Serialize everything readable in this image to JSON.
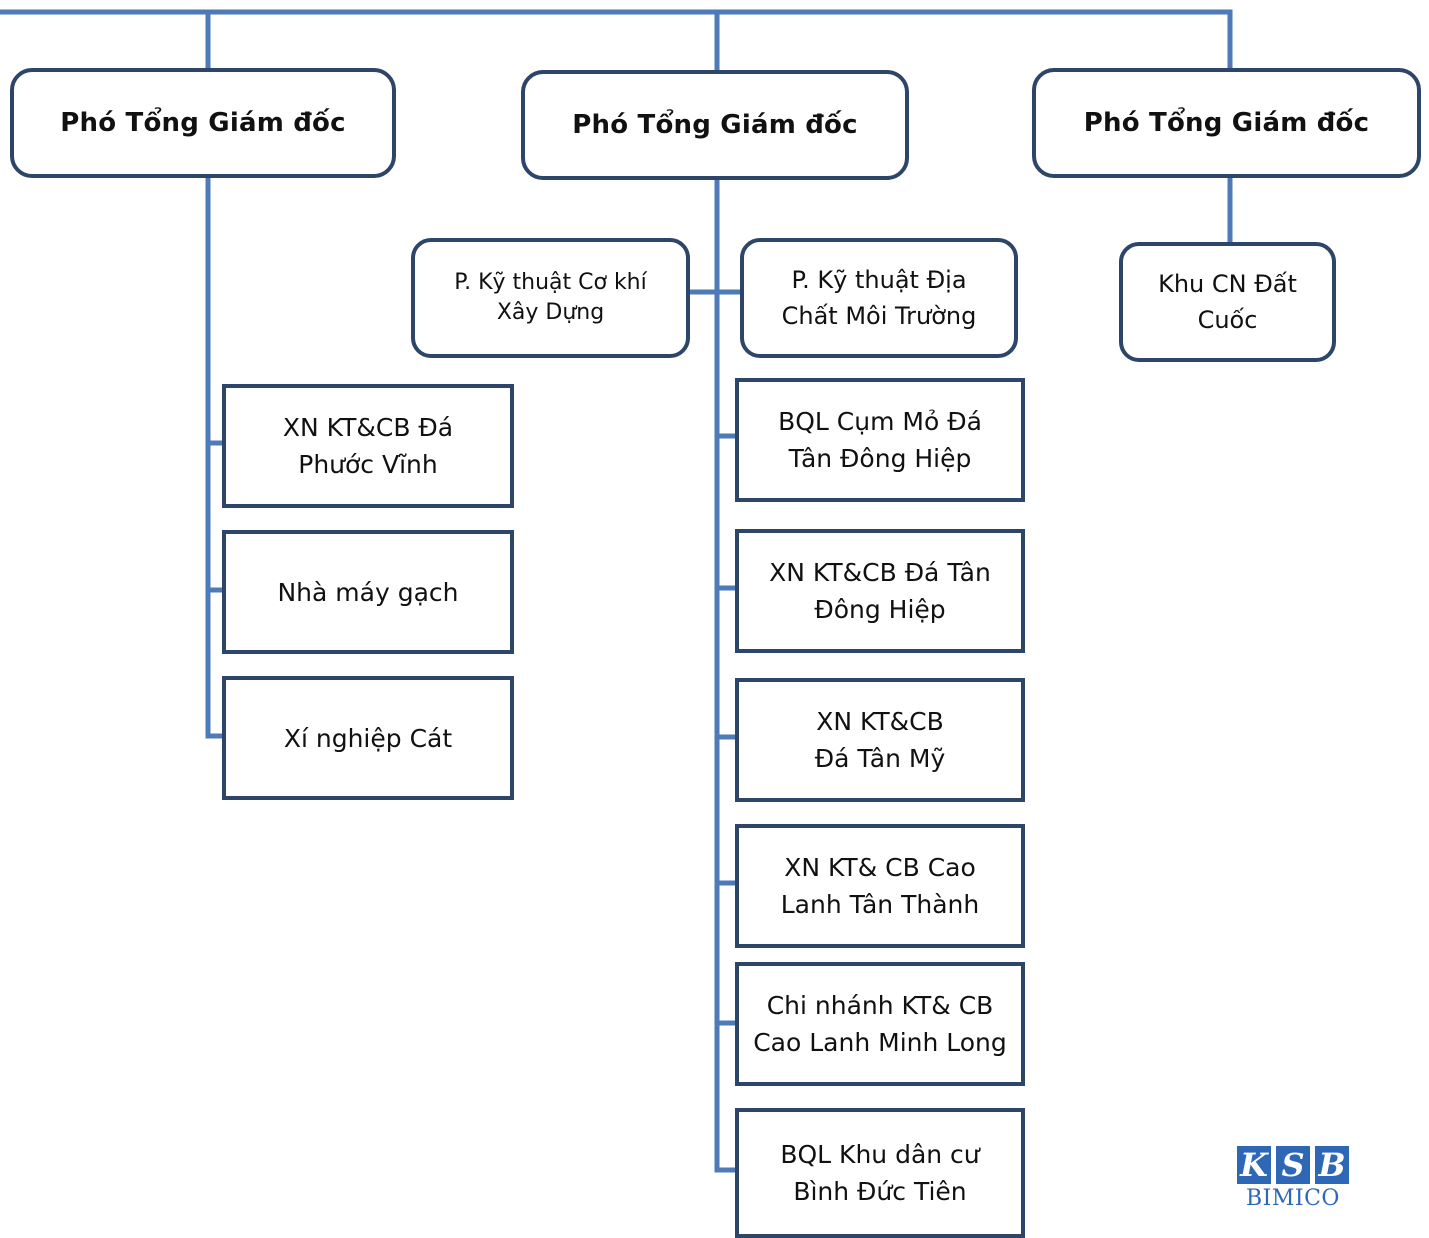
{
  "org_chart": {
    "vice_directors": [
      {
        "label": "Phó Tổng Giám đốc"
      },
      {
        "label": "Phó Tổng Giám đốc"
      },
      {
        "label": "Phó Tổng Giám đốc"
      }
    ],
    "departments": [
      {
        "label": "P. Kỹ thuật Cơ khí\nXây Dựng"
      },
      {
        "label": "P. Kỹ thuật Địa\nChất Môi Trường"
      },
      {
        "label": "Khu CN Đất\nCuốc"
      }
    ],
    "left_units": [
      {
        "label": "XN KT&CB Đá\nPhước Vĩnh"
      },
      {
        "label": "Nhà máy gạch"
      },
      {
        "label": "Xí nghiệp Cát"
      }
    ],
    "center_units": [
      {
        "label": "BQL Cụm Mỏ Đá\nTân Đông Hiệp"
      },
      {
        "label": "XN KT&CB Đá Tân\nĐông Hiệp"
      },
      {
        "label": "XN KT&CB\nĐá Tân Mỹ"
      },
      {
        "label": "XN KT& CB Cao\nLanh Tân Thành"
      },
      {
        "label": "Chi nhánh KT& CB\nCao Lanh Minh Long"
      },
      {
        "label": "BQL Khu dân cư\nBình Đức Tiên"
      }
    ]
  },
  "logo": {
    "letters": [
      "K",
      "S",
      "B"
    ],
    "text": "BIMICO"
  },
  "colors": {
    "connector": "#4f7ab8",
    "border": "#2d4569",
    "logo": "#2f67b7"
  }
}
